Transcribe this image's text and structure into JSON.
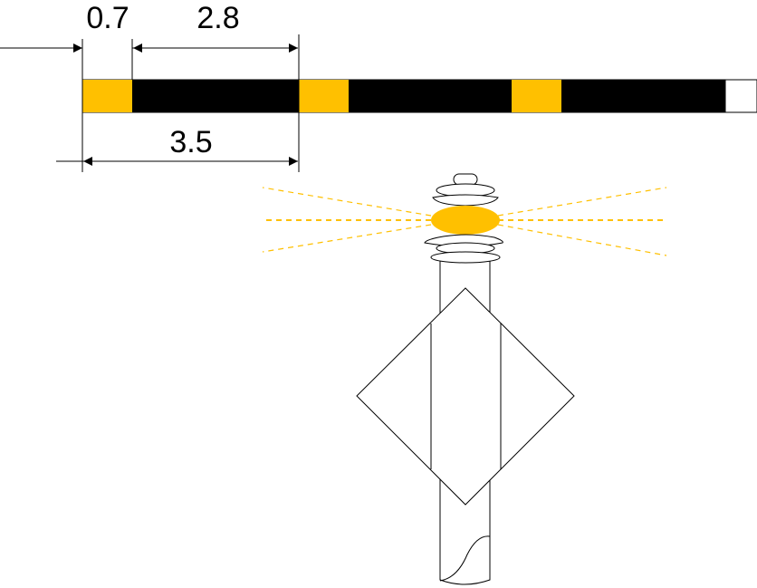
{
  "dimensions": {
    "yellow_segment": "0.7",
    "black_segment": "2.8",
    "period": "3.5"
  },
  "colors": {
    "band_yellow": "#FFC000",
    "band_black": "#000000",
    "light_yellow": "#FFC000",
    "outline": "#000000"
  }
}
